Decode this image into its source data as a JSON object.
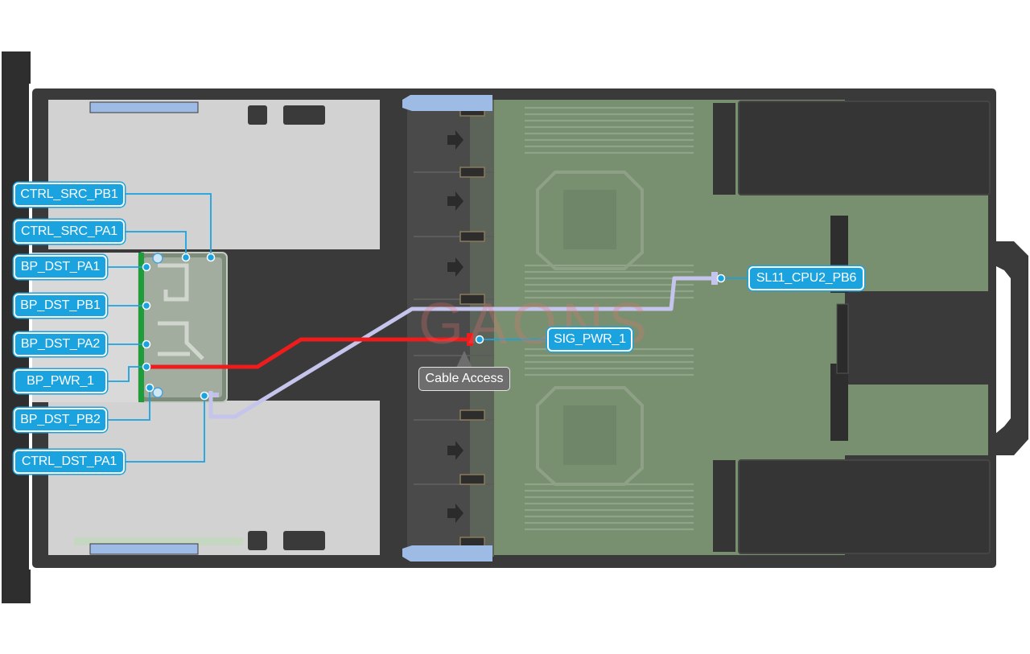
{
  "callouts": {
    "ctrl_src_pb1": "CTRL_SRC_PB1",
    "ctrl_src_pa1": "CTRL_SRC_PA1",
    "bp_dst_pa1": "BP_DST_PA1",
    "bp_dst_pb1": "BP_DST_PB1",
    "bp_dst_pa2": "BP_DST_PA2",
    "bp_pwr_1": "BP_PWR_1",
    "bp_dst_pb2": "BP_DST_PB2",
    "ctrl_dst_pa1": "CTRL_DST_PA1",
    "sl11_cpu2_pb6": "SL11_CPU2_PB6",
    "sig_pwr_1": "SIG_PWR_1"
  },
  "tooltip": {
    "cable_access": "Cable Access"
  },
  "watermark": "GAONS",
  "colors": {
    "callout_fill": "#1aa3df",
    "power_cable": "#ee1c1c",
    "signal_cable": "#c4c4ec",
    "motherboard": "#78906f",
    "chassis": "#3a3a3a",
    "tooltip_fill": "#6e6e6e",
    "connector_green": "#1f9d3a"
  }
}
